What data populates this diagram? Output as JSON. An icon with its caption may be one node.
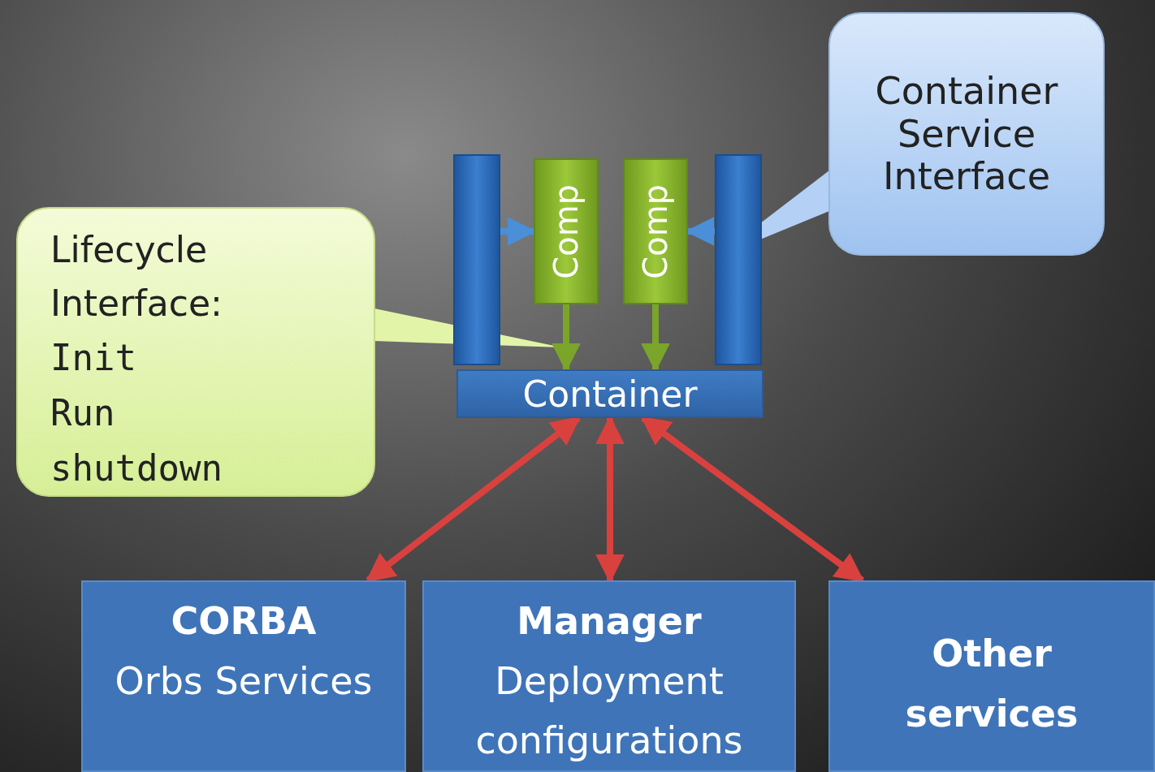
{
  "diagram": {
    "nodes": [
      {
        "text": [
          "Container"
        ]
      },
      {
        "text": [],
        "shape": "bar"
      },
      {
        "text": [
          "Comp"
        ]
      },
      {
        "text": [
          "Comp"
        ]
      },
      {
        "text": [],
        "shape": "bar"
      },
      {
        "text": [
          "Container Service Interface"
        ]
      },
      {
        "text": [
          "Lifecycle Interface:",
          "Init",
          "Run",
          "shutdown"
        ]
      },
      {
        "text": [
          "CORBA",
          "Orbs Services"
        ]
      },
      {
        "text": [
          "Manager",
          "Deployment configurations"
        ]
      },
      {
        "text": [
          "Other services"
        ]
      }
    ],
    "edges": [
      {
        "from": 1,
        "to": 2,
        "arrow": "to",
        "color": "#4a8fd8"
      },
      {
        "from": 4,
        "to": 3,
        "arrow": "to",
        "color": "#4a8fd8"
      },
      {
        "from": 2,
        "to": 0,
        "arrow": "to",
        "color": "#7aa52a"
      },
      {
        "from": 3,
        "to": 0,
        "arrow": "to",
        "color": "#7aa52a"
      },
      {
        "from": 0,
        "to": 7,
        "arrow": "both",
        "color": "#d9413f"
      },
      {
        "from": 0,
        "to": 8,
        "arrow": "both",
        "color": "#d9413f"
      },
      {
        "from": 0,
        "to": 9,
        "arrow": "both",
        "color": "#d9413f"
      },
      {
        "from": 5,
        "to": null,
        "arrow": "to",
        "color": "#b4d0f4"
      },
      {
        "from": 6,
        "to": null,
        "arrow": "to",
        "color": "#e2f4a8"
      }
    ]
  }
}
